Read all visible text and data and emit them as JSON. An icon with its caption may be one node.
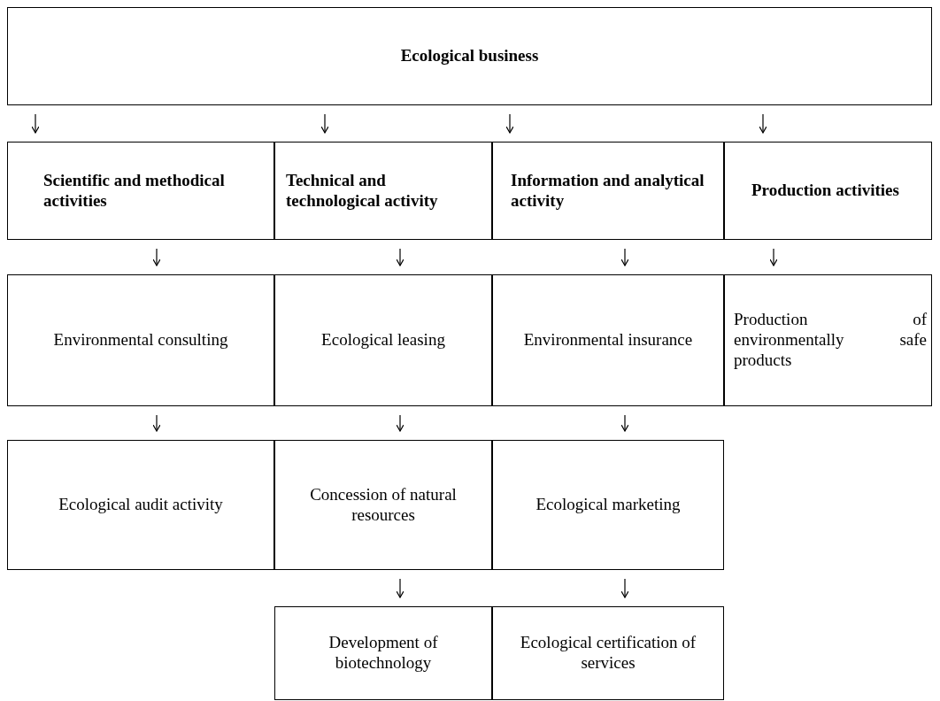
{
  "diagram": {
    "nodes": [
      {
        "text": [
          "Ecological business"
        ]
      },
      {
        "text": [
          "Scientific and methodical activities"
        ]
      },
      {
        "text": [
          "Technical and technological activity"
        ]
      },
      {
        "text": [
          "Information and analytical activity"
        ]
      },
      {
        "text": [
          "Production activities"
        ]
      },
      {
        "text": [
          "Environmental consulting"
        ]
      },
      {
        "text": [
          "Ecological leasing"
        ]
      },
      {
        "text": [
          "Environmental insurance"
        ]
      },
      {
        "text": [
          "Production of environmentally safe products"
        ]
      },
      {
        "text": [
          "Ecological audit activity"
        ]
      },
      {
        "text": [
          "Concession of natural resources"
        ]
      },
      {
        "text": [
          "Ecological marketing"
        ]
      },
      {
        "text": [
          "Development of biotechnology"
        ]
      },
      {
        "text": [
          "Ecological certification of services"
        ]
      }
    ],
    "edges": [
      {
        "from": 0,
        "to": 1,
        "arrow": "to"
      },
      {
        "from": 0,
        "to": 2,
        "arrow": "to"
      },
      {
        "from": 0,
        "to": 3,
        "arrow": "to"
      },
      {
        "from": 0,
        "to": 4,
        "arrow": "to"
      },
      {
        "from": 1,
        "to": 5,
        "arrow": "to"
      },
      {
        "from": 2,
        "to": 6,
        "arrow": "to"
      },
      {
        "from": 3,
        "to": 7,
        "arrow": "to"
      },
      {
        "from": 4,
        "to": 8,
        "arrow": "to"
      },
      {
        "from": 5,
        "to": 9,
        "arrow": "to"
      },
      {
        "from": 6,
        "to": 10,
        "arrow": "to"
      },
      {
        "from": 7,
        "to": 11,
        "arrow": "to"
      },
      {
        "from": 10,
        "to": 12,
        "arrow": "to"
      },
      {
        "from": 11,
        "to": 13,
        "arrow": "to"
      }
    ]
  }
}
